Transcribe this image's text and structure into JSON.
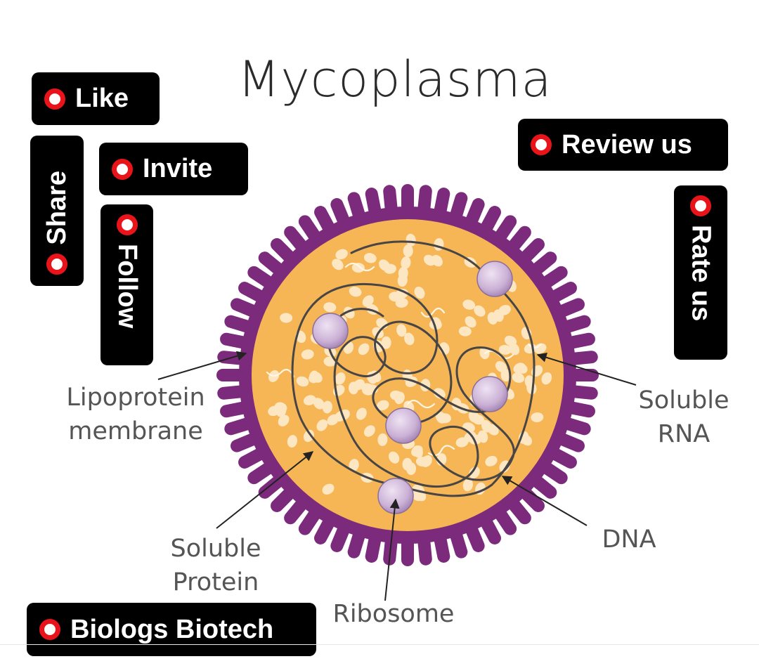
{
  "title": "Mycoplasma",
  "labels": {
    "lipoprotein": "Lipoprotein\nmembrane",
    "soluble_rna": "Soluble\nRNA",
    "dna": "DNA",
    "soluble_protein": "Soluble\nProtein",
    "ribosome": "Ribosome"
  },
  "badges": {
    "like": "Like",
    "share": "Share",
    "invite": "Invite",
    "follow": "Follow",
    "review": "Review us",
    "rate": "Rate us",
    "brand": "Biologs Biotech"
  },
  "colors": {
    "membrane": "#7b2a7c",
    "cytoplasm": "#f6b655",
    "ribosome": "#cbb1d6",
    "badge_bg": "#000000",
    "badge_icon": "#e8141a"
  }
}
